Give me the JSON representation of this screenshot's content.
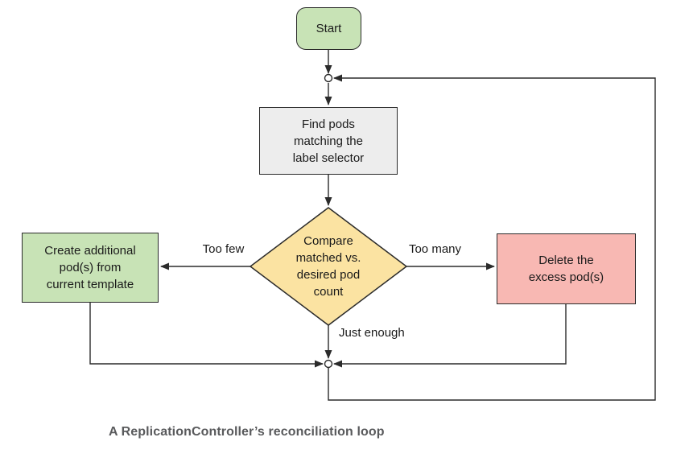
{
  "figure": {
    "caption": "A ReplicationController’s reconciliation loop"
  },
  "nodes": {
    "start": {
      "label": "Start",
      "fill": "#c8e3b6",
      "shape": "rounded-rect"
    },
    "find_pods": {
      "label": "Find pods\nmatching the\nlabel selector",
      "fill": "#ededed",
      "shape": "rect"
    },
    "compare": {
      "label": "Compare\nmatched vs.\ndesired pod\ncount",
      "fill": "#fbe3a2",
      "shape": "diamond"
    },
    "create_pods": {
      "label": "Create additional\npod(s) from\ncurrent template",
      "fill": "#c8e3b6",
      "shape": "rect"
    },
    "delete_pods": {
      "label": "Delete the\nexcess pod(s)",
      "fill": "#f8b8b3",
      "shape": "rect"
    }
  },
  "edge_labels": {
    "too_few": "Too few",
    "too_many": "Too many",
    "just_enough": "Just enough"
  },
  "colors": {
    "line": "#2b2b2b",
    "node_border": "#2b2b2b",
    "node_text": "#1a1a1a",
    "caption_text": "#595a5c",
    "green": "#c8e3b6",
    "yellow": "#fbe3a2",
    "pink": "#f8b8b3",
    "gray": "#ededed",
    "background": "#ffffff"
  }
}
